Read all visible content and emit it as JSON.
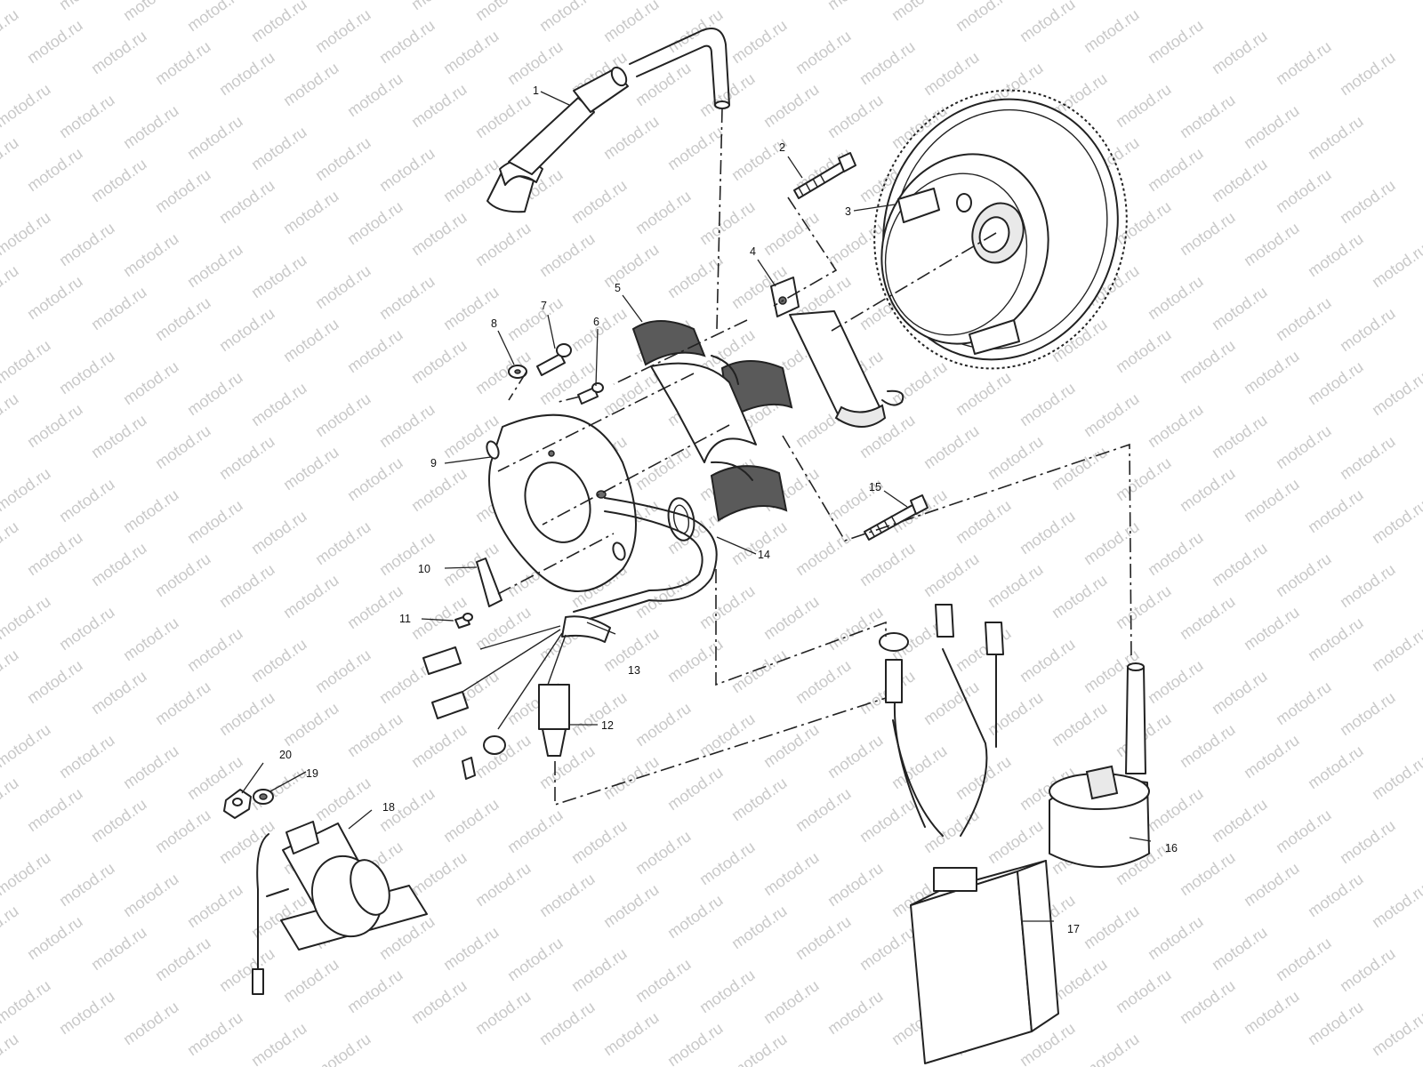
{
  "watermark": {
    "text": "motod.ru"
  },
  "callouts": [
    {
      "id": "1",
      "text": "1"
    },
    {
      "id": "2",
      "text": "2"
    },
    {
      "id": "3",
      "text": "3"
    },
    {
      "id": "4",
      "text": "4"
    },
    {
      "id": "5",
      "text": "5"
    },
    {
      "id": "6",
      "text": "6"
    },
    {
      "id": "7",
      "text": "7"
    },
    {
      "id": "8",
      "text": "8"
    },
    {
      "id": "9",
      "text": "9"
    },
    {
      "id": "10",
      "text": "10"
    },
    {
      "id": "11",
      "text": "11"
    },
    {
      "id": "12",
      "text": "12"
    },
    {
      "id": "13",
      "text": "13"
    },
    {
      "id": "14",
      "text": "14"
    },
    {
      "id": "15",
      "text": "15"
    },
    {
      "id": "16",
      "text": "16"
    },
    {
      "id": "17",
      "text": "17"
    },
    {
      "id": "18",
      "text": "18"
    },
    {
      "id": "19",
      "text": "19"
    },
    {
      "id": "20",
      "text": "20"
    }
  ]
}
